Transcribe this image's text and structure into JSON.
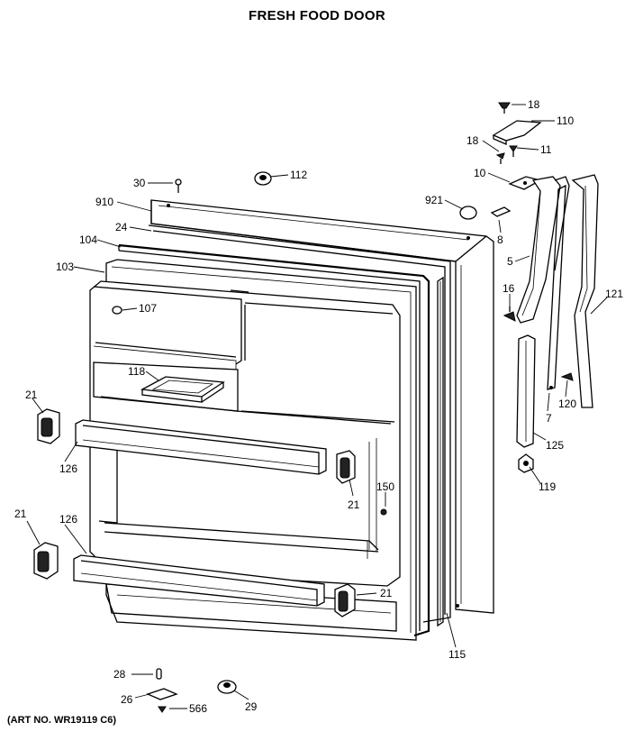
{
  "title": "FRESH FOOD DOOR",
  "art_no": "(ART NO. WR19119 C6)",
  "callouts": {
    "p18a": "18",
    "p110": "110",
    "p18b": "18",
    "p11": "11",
    "p10": "10",
    "p30": "30",
    "p112": "112",
    "p910": "910",
    "p921": "921",
    "p24": "24",
    "p8": "8",
    "p104": "104",
    "p5": "5",
    "p103": "103",
    "p16": "16",
    "p121": "121",
    "p107": "107",
    "p118": "118",
    "p120": "120",
    "p7": "7",
    "p21a": "21",
    "p125": "125",
    "p126a": "126",
    "p21b": "21",
    "p150": "150",
    "p119": "119",
    "p21c": "21",
    "p126b": "126",
    "p21d": "21",
    "p115": "115",
    "p28": "28",
    "p26": "26",
    "p566": "566",
    "p29": "29"
  }
}
